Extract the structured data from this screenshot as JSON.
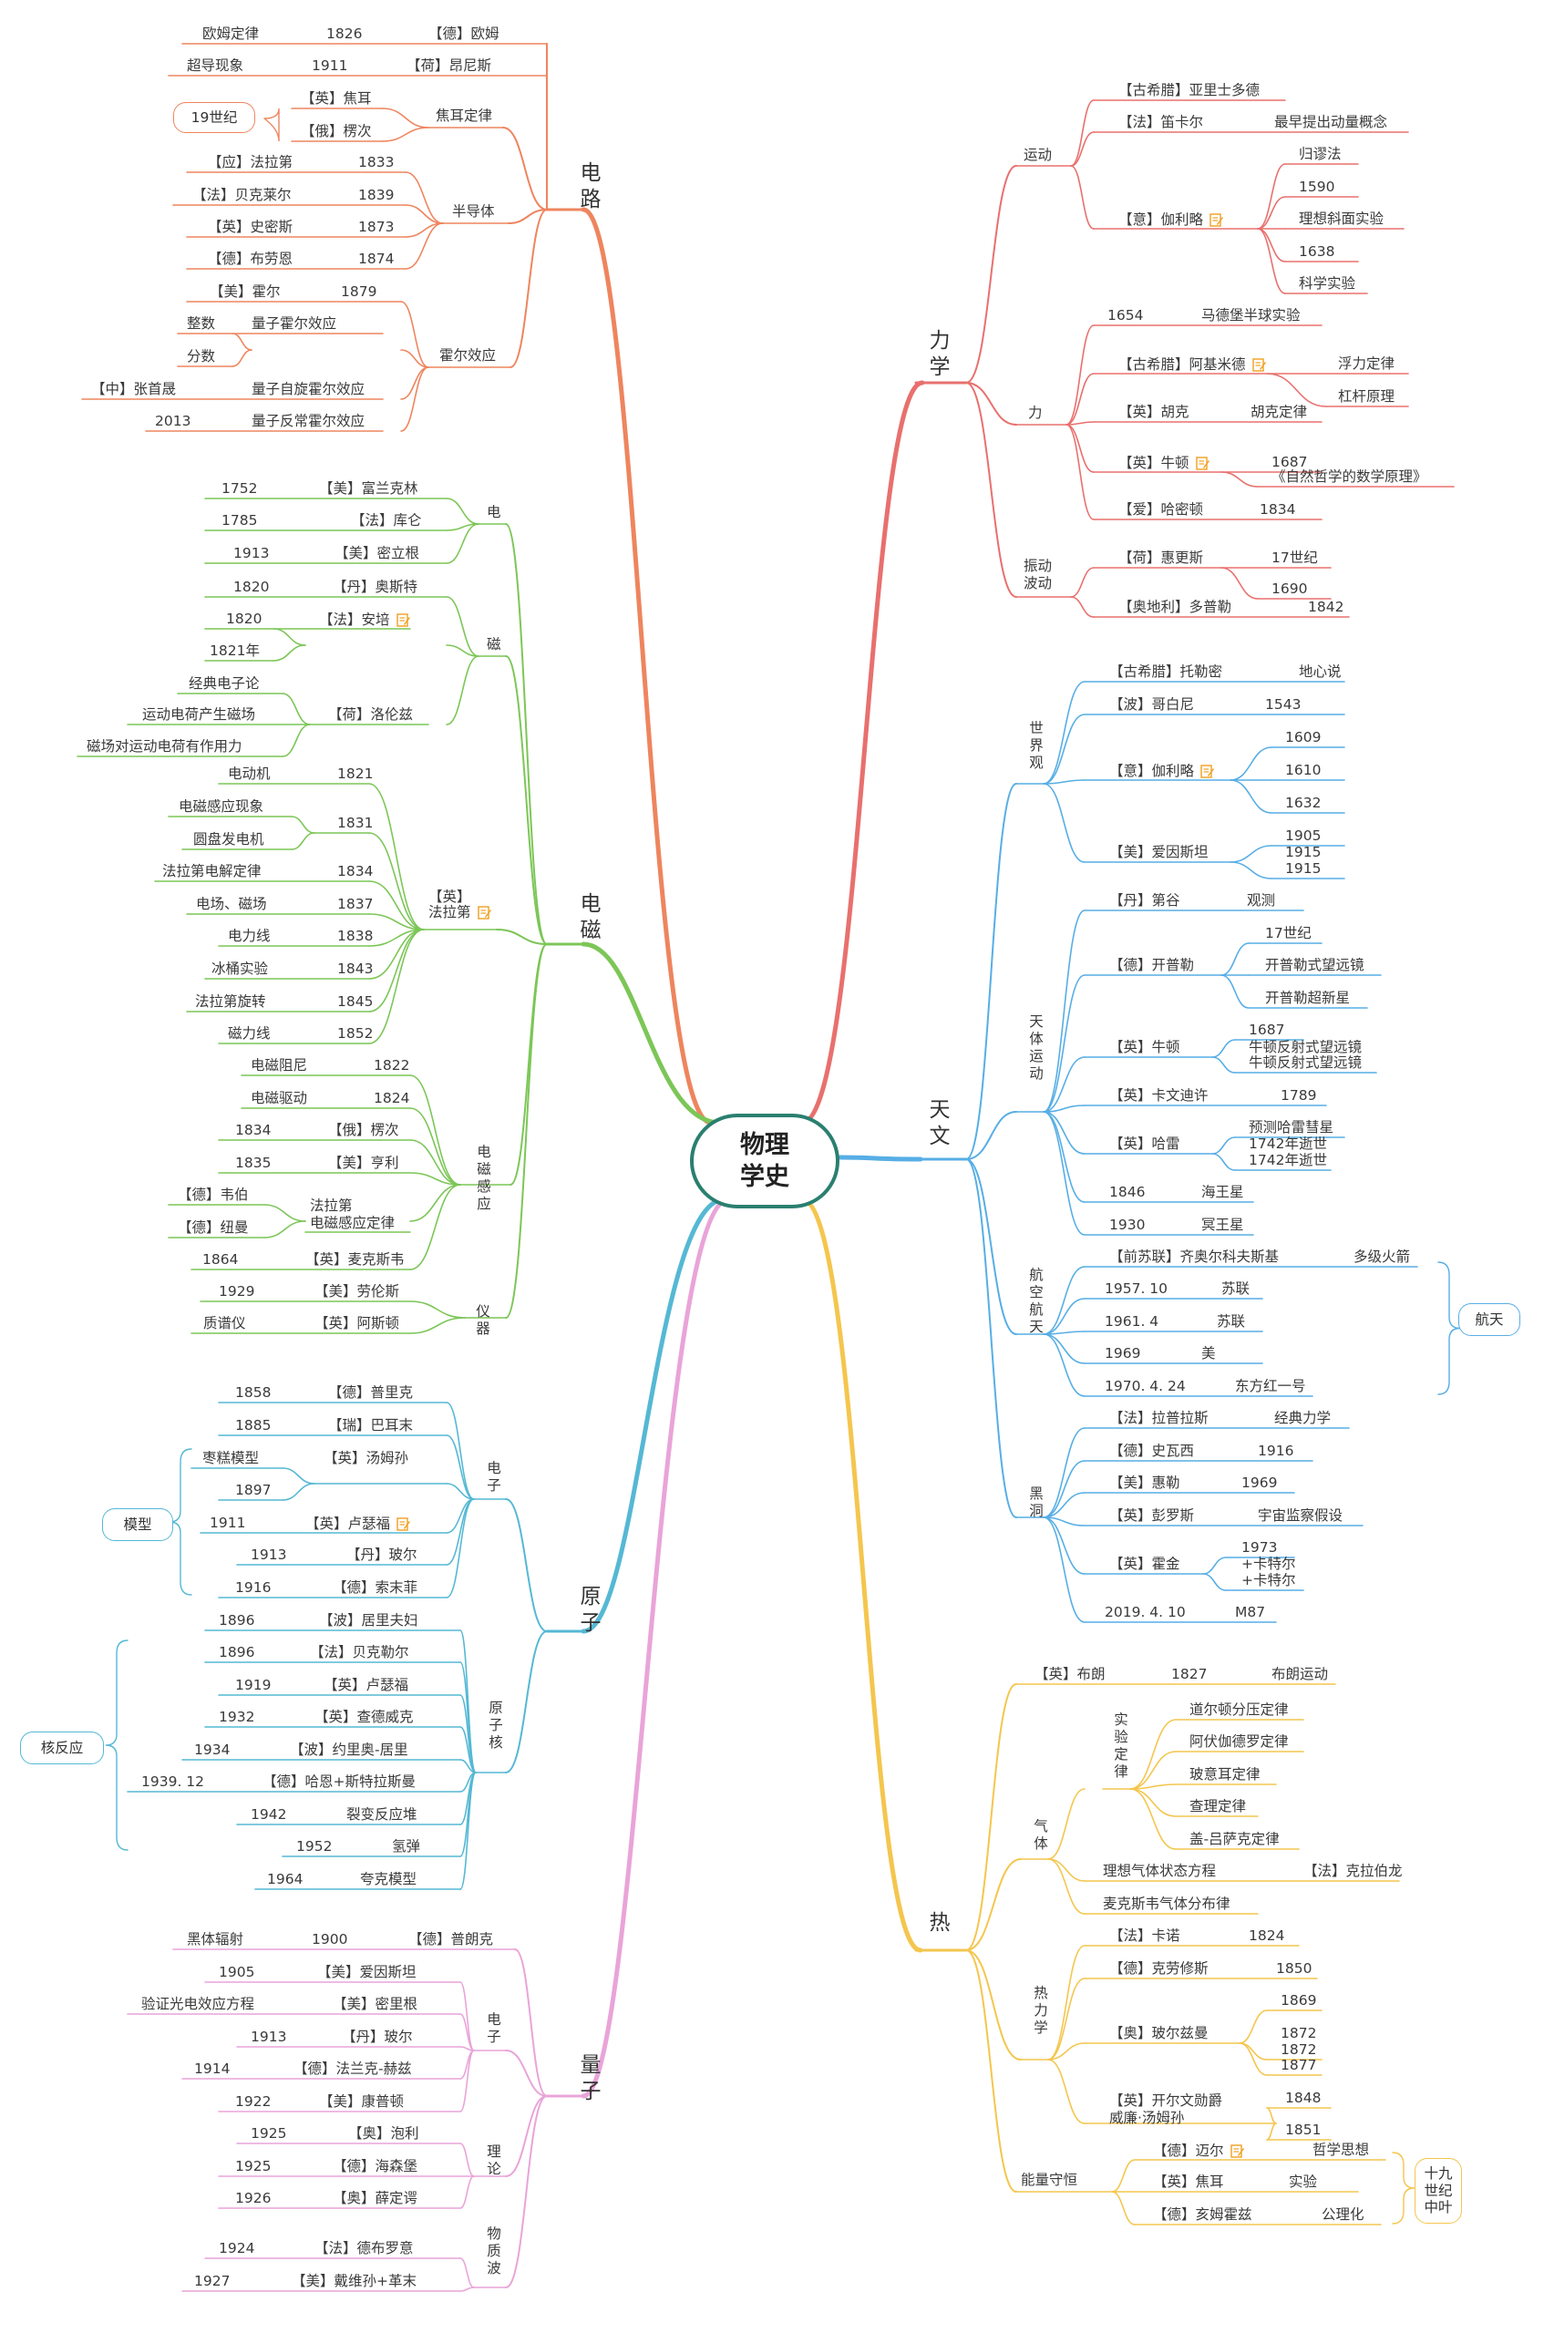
{
  "center": {
    "title": "物理\n学史"
  },
  "colors": {
    "circuit": "#ee855e",
    "em": "#7cc657",
    "atom": "#55b8d4",
    "quantum": "#e9a4d8",
    "mechanics": "#e8706e",
    "astronomy": "#57aee5",
    "heat": "#f4c64e",
    "center": "#2a7f70"
  },
  "branches": {
    "circuit": "电\n路",
    "em": "电\n磁",
    "atom": "原\n子",
    "quantum": "量\n子",
    "mechanics": "力\n学",
    "astronomy": "天\n文",
    "heat": "热"
  },
  "groups": {
    "jiaoer": "焦耳定律",
    "bandaoti": "半导体",
    "huoer": "霍尔效应",
    "dian": "电",
    "ci": "磁",
    "faladi": "【英】\n法拉第",
    "ganying": "电\n磁\n感\n应",
    "yiqi": "仪\n器",
    "dianzi_a": "电\n子",
    "yuanzihe": "原\n子\n核",
    "dianzi_q": "电\n子",
    "lilun": "理\n论",
    "wuzhibo": "物\n质\n波",
    "yundong": "运动",
    "li": "力",
    "zhendong": "振动\n波动",
    "shijieguan": "世\n界\n观",
    "tianti": "天\n体\n运\n动",
    "hangkong": "航\n空\n航\n天",
    "heidong": "黑\n洞",
    "qiti": "气\n体",
    "shiyan": "实\n验\n定\n律",
    "relixue": "热\n力\n学",
    "nengliang": "能量守恒"
  },
  "callouts": {
    "c19": "19世纪",
    "moxing": "模型",
    "hefanying": "核反应",
    "hangtian": "航天",
    "shijiu": "十九\n世纪\n中叶"
  },
  "circuit": {
    "r1": [
      "欧姆定律",
      "1826",
      "【德】欧姆"
    ],
    "r2": [
      "超导现象",
      "1911",
      "【荷】昂尼斯"
    ],
    "r3": [
      "【英】焦耳"
    ],
    "r4": [
      "【俄】楞次"
    ],
    "r5": [
      "【应】法拉第",
      "1833"
    ],
    "r6": [
      "【法】贝克莱尔",
      "1839"
    ],
    "r7": [
      "【英】史密斯",
      "1873"
    ],
    "r8": [
      "【德】布劳恩",
      "1874"
    ],
    "r9": [
      "【美】霍尔",
      "1879"
    ],
    "r10": [
      "整数",
      "量子霍尔效应"
    ],
    "r11": [
      "分数"
    ],
    "r12": [
      "【中】张首晟",
      "量子自旋霍尔效应"
    ],
    "r13": [
      "2013",
      "量子反常霍尔效应"
    ]
  },
  "em": {
    "r1": [
      "1752",
      "【美】富兰克林"
    ],
    "r2": [
      "1785",
      "【法】库仑"
    ],
    "r3": [
      "1913",
      "【美】密立根"
    ],
    "r4": [
      "1820",
      "【丹】奥斯特"
    ],
    "r5": [
      "1820",
      "【法】安培"
    ],
    "r6": [
      "1821年"
    ],
    "r7": [
      "经典电子论"
    ],
    "r8": [
      "运动电荷产生磁场",
      "【荷】洛伦兹"
    ],
    "r9": [
      "磁场对运动电荷有作用力"
    ],
    "r10": [
      "电动机",
      "1821"
    ],
    "r11": [
      "电磁感应现象",
      "1831"
    ],
    "r12": [
      "圆盘发电机"
    ],
    "r13": [
      "法拉第电解定律",
      "1834"
    ],
    "r14": [
      "电场、磁场",
      "1837"
    ],
    "r15": [
      "电力线",
      "1838"
    ],
    "r16": [
      "冰桶实验",
      "1843"
    ],
    "r17": [
      "法拉第旋转",
      "1845"
    ],
    "r18": [
      "磁力线",
      "1852"
    ],
    "r19": [
      "电磁阻尼",
      "1822"
    ],
    "r20": [
      "电磁驱动",
      "1824"
    ],
    "r21": [
      "1834",
      "【俄】楞次"
    ],
    "r22": [
      "1835",
      "【美】亨利"
    ],
    "r23": [
      "【德】韦伯",
      "法拉第\n电磁感应定律"
    ],
    "r24": [
      "【德】纽曼"
    ],
    "r25": [
      "1864",
      "【英】麦克斯韦"
    ],
    "r26": [
      "1929",
      "【美】劳伦斯"
    ],
    "r27": [
      "质谱仪",
      "【英】阿斯顿"
    ]
  },
  "atom": {
    "r1": [
      "1858",
      "【德】普里克"
    ],
    "r2": [
      "1885",
      "【瑞】巴耳末"
    ],
    "r3": [
      "枣糕模型",
      "【英】汤姆孙"
    ],
    "r4": [
      "1897"
    ],
    "r5": [
      "1911",
      "【英】卢瑟福"
    ],
    "r6": [
      "1913",
      "【丹】玻尔"
    ],
    "r7": [
      "1916",
      "【德】索末菲"
    ],
    "r8": [
      "1896",
      "【波】居里夫妇"
    ],
    "r9": [
      "1896",
      "【法】贝克勒尔"
    ],
    "r10": [
      "1919",
      "【英】卢瑟福"
    ],
    "r11": [
      "1932",
      "【英】查德威克"
    ],
    "r12": [
      "1934",
      "【波】约里奥-居里"
    ],
    "r13": [
      "1939. 12",
      "【德】哈恩+斯特拉斯曼"
    ],
    "r14": [
      "1942",
      "裂变反应堆"
    ],
    "r15": [
      "1952",
      "氢弹"
    ],
    "r16": [
      "1964",
      "夸克模型"
    ]
  },
  "quantum": {
    "r1": [
      "黑体辐射",
      "1900",
      "【德】普朗克"
    ],
    "r2": [
      "1905",
      "【美】爱因斯坦"
    ],
    "r3": [
      "验证光电效应方程",
      "【美】密里根"
    ],
    "r4": [
      "1913",
      "【丹】玻尔"
    ],
    "r5": [
      "1914",
      "【德】法兰克-赫兹"
    ],
    "r6": [
      "1922",
      "【美】康普顿"
    ],
    "r7": [
      "1925",
      "【奥】泡利"
    ],
    "r8": [
      "1925",
      "【德】海森堡"
    ],
    "r9": [
      "1926",
      "【奥】薛定谔"
    ],
    "r10": [
      "1924",
      "【法】德布罗意"
    ],
    "r11": [
      "1927",
      "【美】戴维孙+革末"
    ]
  },
  "mechanics": {
    "r1": [
      "【古希腊】亚里士多德"
    ],
    "r2": [
      "【法】笛卡尔",
      "最早提出动量概念"
    ],
    "r3": [
      "【意】伽利略"
    ],
    "r4": [
      "归谬法"
    ],
    "r5": [
      "1590"
    ],
    "r6": [
      "理想斜面实验"
    ],
    "r7": [
      "1638"
    ],
    "r8": [
      "科学实验"
    ],
    "r9": [
      "1654",
      "马德堡半球实验"
    ],
    "r10": [
      "【古希腊】阿基米德",
      "浮力定律"
    ],
    "r11": [
      "杠杆原理"
    ],
    "r12": [
      "【英】胡克",
      "胡克定律"
    ],
    "r13": [
      "【英】牛顿",
      "1687"
    ],
    "r14": [
      "《自然哲学的数学原理》"
    ],
    "r15": [
      "【爱】哈密顿",
      "1834"
    ],
    "r16": [
      "【荷】惠更斯",
      "17世纪"
    ],
    "r17": [
      "1690"
    ],
    "r18": [
      "【奥地利】多普勒",
      "1842"
    ]
  },
  "astronomy": {
    "r1": [
      "【古希腊】托勒密",
      "地心说"
    ],
    "r2": [
      "【波】哥白尼",
      "1543"
    ],
    "r3": [
      "1609"
    ],
    "r4": [
      "【意】伽利略",
      "1610"
    ],
    "r5": [
      "1632"
    ],
    "r6": [
      "1905"
    ],
    "r7": [
      "【美】爱因斯坦",
      "1915"
    ],
    "r8": [
      "【丹】第谷",
      "观测"
    ],
    "r9": [
      "17世纪"
    ],
    "r10": [
      "【德】开普勒",
      "开普勒式望远镜"
    ],
    "r11": [
      "开普勒超新星"
    ],
    "r12": [
      "1687"
    ],
    "r13": [
      "【英】牛顿",
      "牛顿反射式望远镜"
    ],
    "r14": [
      "【英】卡文迪许",
      "1789"
    ],
    "r15": [
      "预测哈雷彗星"
    ],
    "r16": [
      "【英】哈雷",
      "1742年逝世"
    ],
    "r17": [
      "1846",
      "海王星"
    ],
    "r18": [
      "1930",
      "冥王星"
    ],
    "r19": [
      "【前苏联】齐奥尔科夫斯基",
      "多级火箭"
    ],
    "r20": [
      "1957. 10",
      "苏联"
    ],
    "r21": [
      "1961. 4",
      "苏联"
    ],
    "r22": [
      "1969",
      "美"
    ],
    "r23": [
      "1970. 4. 24",
      "东方红一号"
    ],
    "r24": [
      "【法】拉普拉斯",
      "经典力学"
    ],
    "r25": [
      "【德】史瓦西",
      "1916"
    ],
    "r26": [
      "【美】惠勒",
      "1969"
    ],
    "r27": [
      "【英】彭罗斯",
      "宇宙监察假设"
    ],
    "r28": [
      "1973"
    ],
    "r29": [
      "【英】霍金",
      "+卡特尔"
    ],
    "r30": [
      "2019. 4. 10",
      "M87"
    ]
  },
  "heat": {
    "r1": [
      "【英】布朗",
      "1827",
      "布朗运动"
    ],
    "r2": [
      "道尔顿分压定律"
    ],
    "r3": [
      "阿伏伽德罗定律"
    ],
    "r4": [
      "玻意耳定律"
    ],
    "r5": [
      "查理定律"
    ],
    "r6": [
      "盖-吕萨克定律"
    ],
    "r7": [
      "理想气体状态方程",
      "【法】克拉伯龙"
    ],
    "r8": [
      "麦克斯韦气体分布律"
    ],
    "r9": [
      "【法】卡诺",
      "1824"
    ],
    "r10": [
      "【德】克劳修斯",
      "1850"
    ],
    "r11": [
      "1869"
    ],
    "r12": [
      "【奥】玻尔兹曼",
      "1872"
    ],
    "r13": [
      "1877"
    ],
    "r14": [
      "【英】开尔文勋爵\n威廉·汤姆孙",
      "1848"
    ],
    "r15": [
      "1851"
    ],
    "r16": [
      "【德】迈尔",
      "哲学思想"
    ],
    "r17": [
      "【英】焦耳",
      "实验"
    ],
    "r18": [
      "【德】亥姆霍兹",
      "公理化"
    ]
  }
}
